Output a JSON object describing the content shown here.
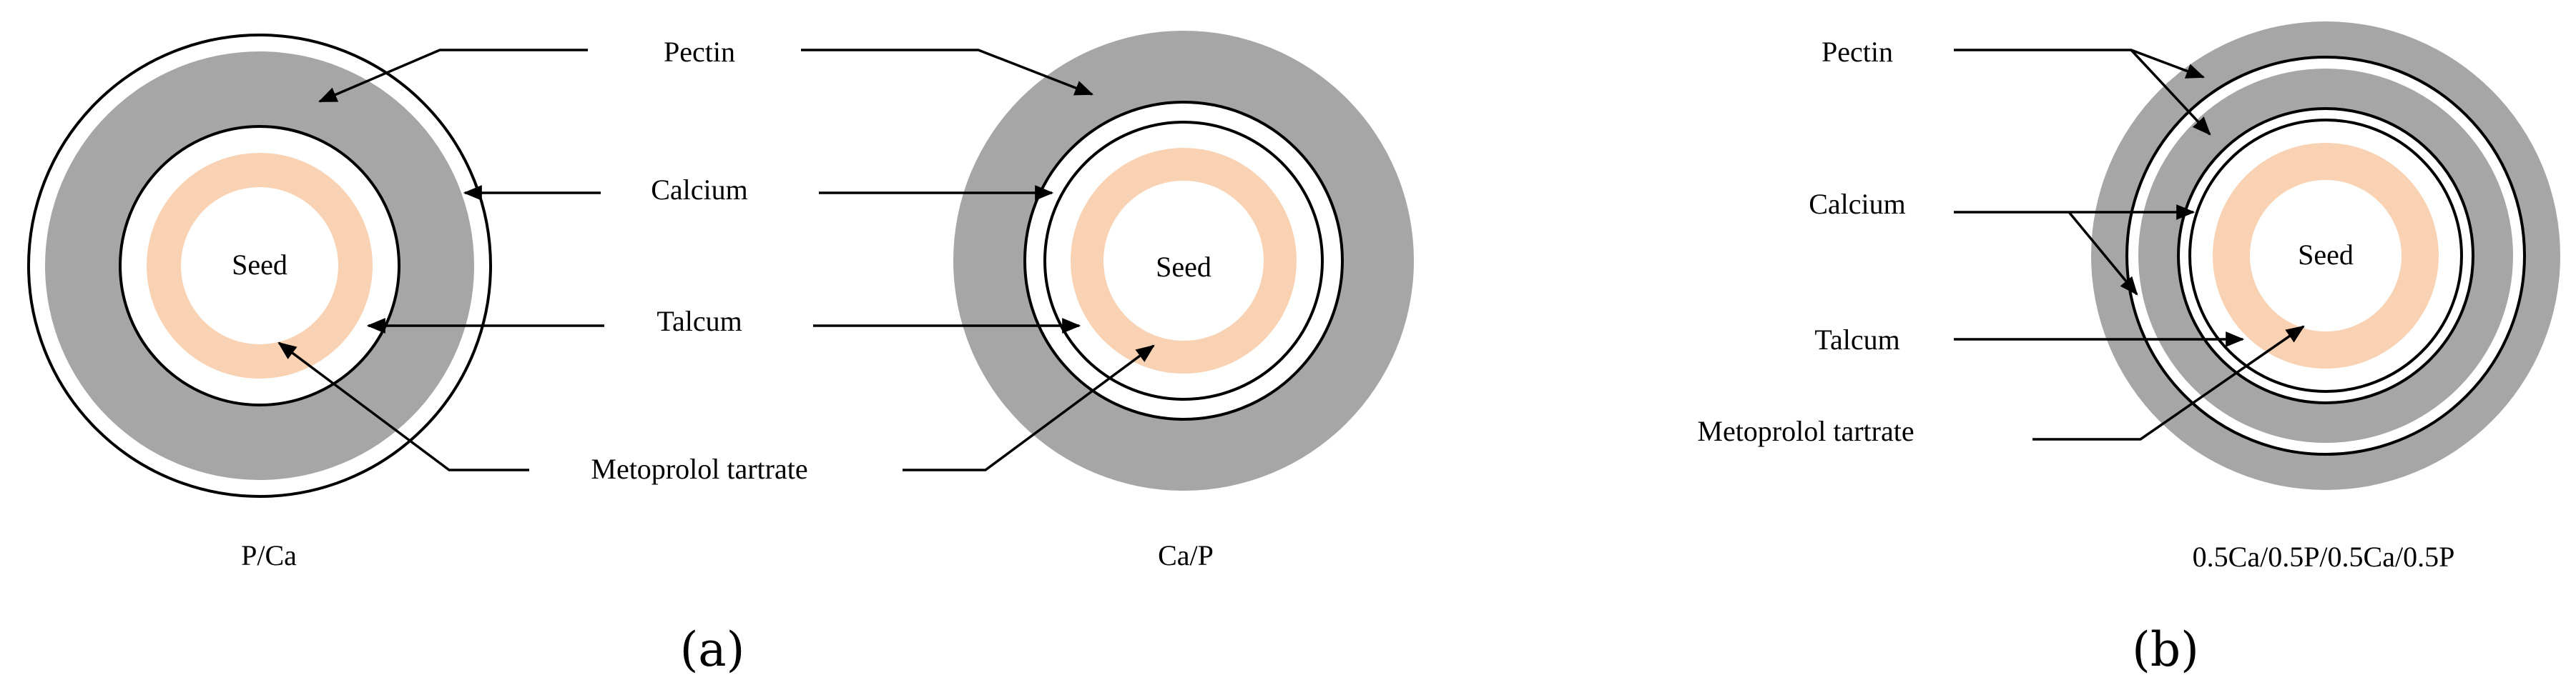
{
  "colors": {
    "pectin": "#a6a6a6",
    "drug_layer": "#f9d2b3",
    "outline": "#000000",
    "background": "#ffffff"
  },
  "panel_a": {
    "label": "(a)",
    "diagram_left": {
      "caption": "P/Ca",
      "seed_label": "Seed"
    },
    "diagram_right": {
      "caption": "Ca/P",
      "seed_label": "Seed"
    },
    "legend": {
      "pectin": "Pectin",
      "calcium": "Calcium",
      "talcum": "Talcum",
      "drug": "Metoprolol tartrate"
    }
  },
  "panel_b": {
    "label": "(b)",
    "caption": "0.5Ca/0.5P/0.5Ca/0.5P",
    "seed_label": "Seed",
    "legend": {
      "pectin": "Pectin",
      "calcium": "Calcium",
      "talcum": "Talcum",
      "drug": "Metoprolol tartrate"
    }
  }
}
